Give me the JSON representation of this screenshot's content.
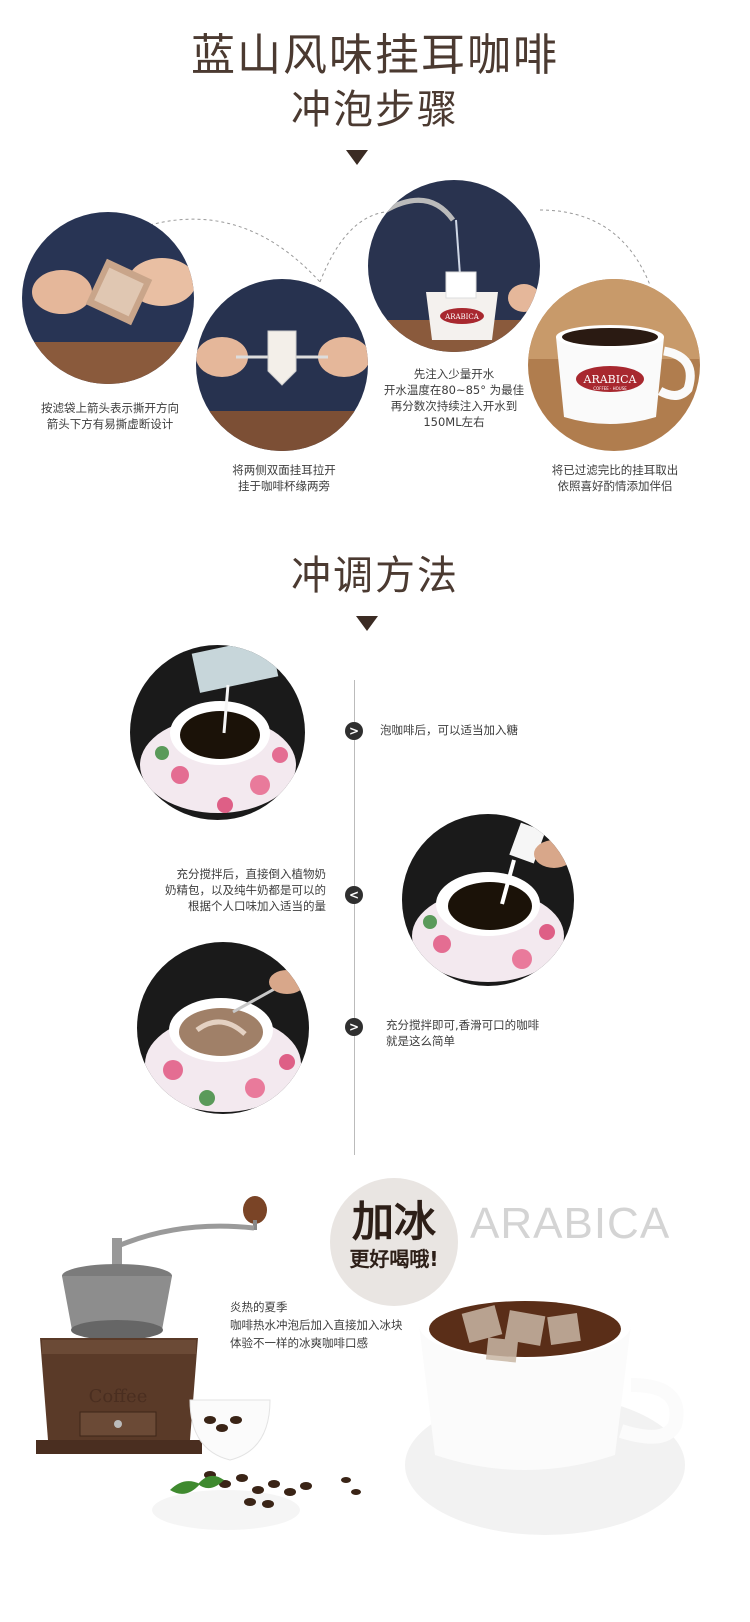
{
  "header": {
    "title_line1": "蓝山风味挂耳咖啡",
    "title_line2": "冲泡步骤"
  },
  "steps": [
    {
      "caption_l1": "按滤袋上箭头表示撕开方向",
      "caption_l2": "箭头下方有易撕虚断设计"
    },
    {
      "caption_l1": "将两侧双面挂耳拉开",
      "caption_l2": "挂于咖啡杯缘两旁"
    },
    {
      "caption_l1": "先注入少量开水",
      "caption_l2": "开水温度在80~85° 为最佳",
      "caption_l3": "再分数次持续注入开水到",
      "caption_l4": "150ML左右"
    },
    {
      "caption_l1": "将已过滤完比的挂耳取出",
      "caption_l2": "依照喜好酌情添加伴侣"
    }
  ],
  "cup_brand": {
    "name": "ARABICA",
    "sub": "COFFEE · HOUSE"
  },
  "section2": {
    "title": "冲调方法"
  },
  "methods": [
    {
      "line1": "泡咖啡后，可以适当加入糖",
      "arrow": ">"
    },
    {
      "line1": "充分搅拌后，直接倒入植物奶",
      "line2": "奶精包，以及纯牛奶都是可以的",
      "line3": "根据个人口味加入适当的量",
      "arrow": "<"
    },
    {
      "line1": "充分搅拌即可,香滑可口的咖啡",
      "line2": "就是这么简单",
      "arrow": ">"
    }
  ],
  "ice": {
    "badge_big": "加冰",
    "badge_small": "更好喝哦!",
    "brand": "ARABICA",
    "line1": "炎热的夏季",
    "line2": "咖啡热水冲泡后加入直接加入冰块",
    "line3": "体验不一样的冰爽咖啡口感"
  },
  "grinder_label": "Coffee",
  "colors": {
    "title": "#4b3a31",
    "caption": "#3d3d3d",
    "wood": "#6b4a36",
    "navy": "#2a3550"
  }
}
